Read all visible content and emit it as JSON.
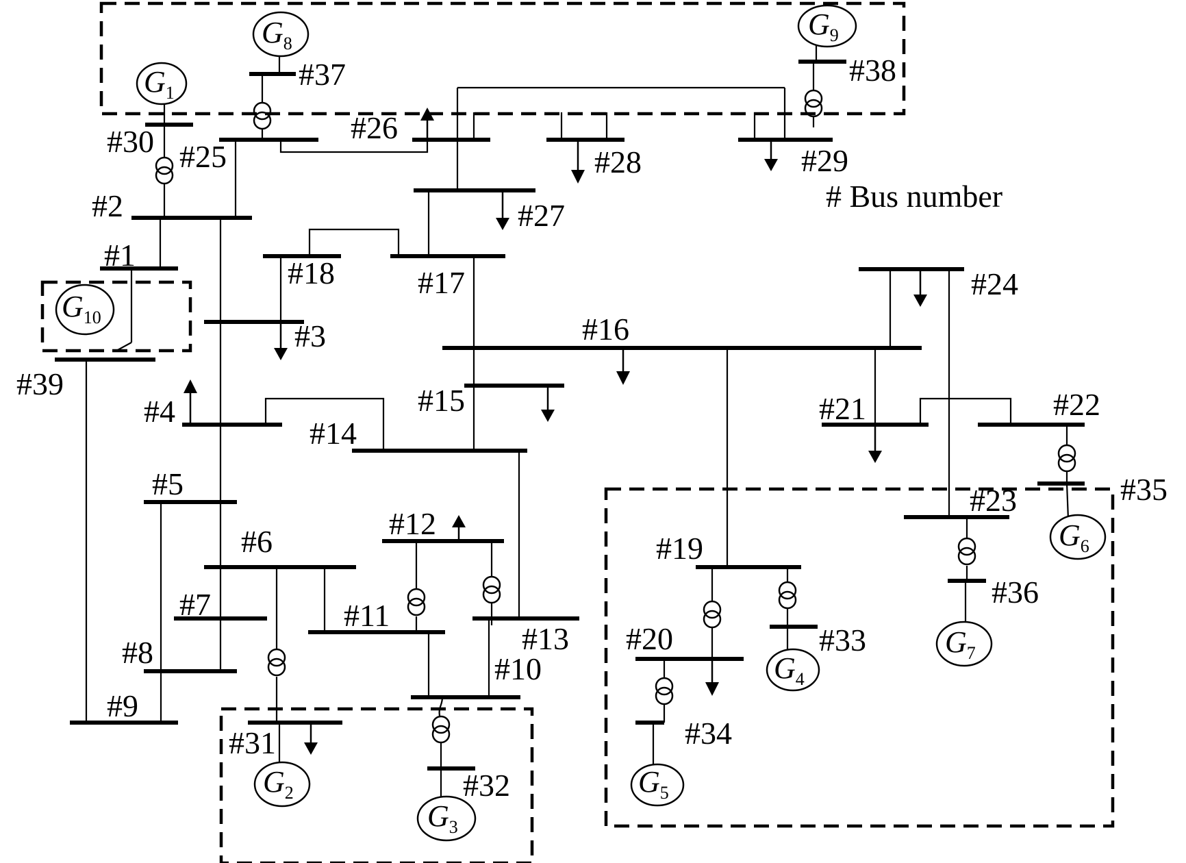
{
  "legend": "# Bus number",
  "buses": {
    "b1": "#1",
    "b2": "#2",
    "b3": "#3",
    "b4": "#4",
    "b5": "#5",
    "b6": "#6",
    "b7": "#7",
    "b8": "#8",
    "b9": "#9",
    "b10": "#10",
    "b11": "#11",
    "b12": "#12",
    "b13": "#13",
    "b14": "#14",
    "b15": "#15",
    "b16": "#16",
    "b17": "#17",
    "b18": "#18",
    "b19": "#19",
    "b20": "#20",
    "b21": "#21",
    "b22": "#22",
    "b23": "#23",
    "b24": "#24",
    "b25": "#25",
    "b26": "#26",
    "b27": "#27",
    "b28": "#28",
    "b29": "#29",
    "b30": "#30",
    "b31": "#31",
    "b32": "#32",
    "b33": "#33",
    "b34": "#34",
    "b35": "#35",
    "b36": "#36",
    "b37": "#37",
    "b38": "#38",
    "b39": "#39"
  },
  "generators": [
    {
      "letter": "G",
      "sub": "1"
    },
    {
      "letter": "G",
      "sub": "2"
    },
    {
      "letter": "G",
      "sub": "3"
    },
    {
      "letter": "G",
      "sub": "4"
    },
    {
      "letter": "G",
      "sub": "5"
    },
    {
      "letter": "G",
      "sub": "6"
    },
    {
      "letter": "G",
      "sub": "7"
    },
    {
      "letter": "G",
      "sub": "8"
    },
    {
      "letter": "G",
      "sub": "9"
    },
    {
      "letter": "G",
      "sub": "10"
    }
  ]
}
